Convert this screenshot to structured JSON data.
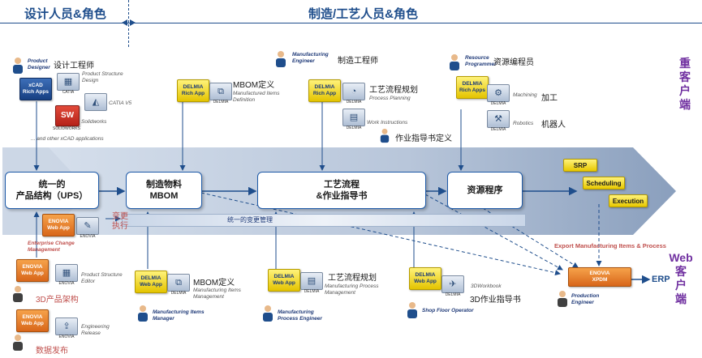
{
  "header": {
    "left": "设计人员&角色",
    "right": "制造/工艺人员&角色"
  },
  "side_labels": {
    "heavy": "重\n客\n户\n端",
    "web": "Web\n客\n户\n端"
  },
  "process": {
    "ups": "统一的\n产品结构（UPS）",
    "mbom": "制造物料\nMBOM",
    "planning": "工艺流程\n&作业指导书",
    "resource": "资源程序"
  },
  "change_bar": "统一的变更管理",
  "erp_tools": [
    "SRP",
    "Scheduling",
    "Execution"
  ],
  "export_label": "Export Manufacturing Items & Process",
  "erp": "ERP",
  "badges": {
    "xcad": "xCAD\nRich Apps",
    "delmia_rich": "DELMIA\nRich App",
    "delmia_rich_apps": "DELMIA\nRich Apps",
    "enovia_web": "ENOVIA\nWeb App",
    "delmia_web": "DELMIA\nWeb App",
    "xpdm": "ENOVIA\nXPDM",
    "sw": "SW"
  },
  "icon_caps": {
    "catia": "CATIA",
    "solidworks": "SOLIDWORKS",
    "enovia": "ENOVIA",
    "delmia": "DELMIA"
  },
  "top": {
    "designer_role": "Product\nDesigner",
    "designer_cn": "设计工程师",
    "psd": "Product Structure\nDesign",
    "catia": "CATIA V5",
    "solidworks": "Solidworks",
    "other_xcad": "... and other xCAD applications",
    "mbom_cn": "MBOM定义",
    "mid": "Manufactured Items\nDefinition",
    "mfg_role": "Manufacturing\nEngineer",
    "mfg_cn": "制造工程师",
    "pp_cn": "工艺流程规划",
    "pp": "Process Planning",
    "wi": "Work Instructions",
    "wi_cn": "作业指导书定义",
    "rp_role": "Resource\nProgrammer",
    "rp_cn": "资源编程员",
    "machining": "Machining",
    "machining_cn": "加工",
    "robotics": "Robotics",
    "robotics_cn": "机器人"
  },
  "bottom": {
    "change_cn": "变更\n执行",
    "ecm": "Enterprise Change\nManagement",
    "pse": "Product Structure\nEditor",
    "arch_cn": "3D产品架构",
    "er": "Engineering\nRelease",
    "release_cn": "数据发布",
    "mbom_cn": "MBOM定义",
    "mim": "Manufacturing Items\nManagement",
    "mim_role": "Manufacturing Items\nManager",
    "pp_cn": "工艺流程规划",
    "mpm": "Manufacturing Process\nManagement",
    "mpe_role": "Manufacturing\nProcess Engineer",
    "wb": "3DWorkbook",
    "wb_cn": "3D作业指导书",
    "sfo_role": "Shop Floor Operator",
    "pe_role": "Production\nEngineer"
  },
  "colors": {
    "accent": "#1f4e8c",
    "side": "#7030a0",
    "red_text": "#c0504d"
  }
}
